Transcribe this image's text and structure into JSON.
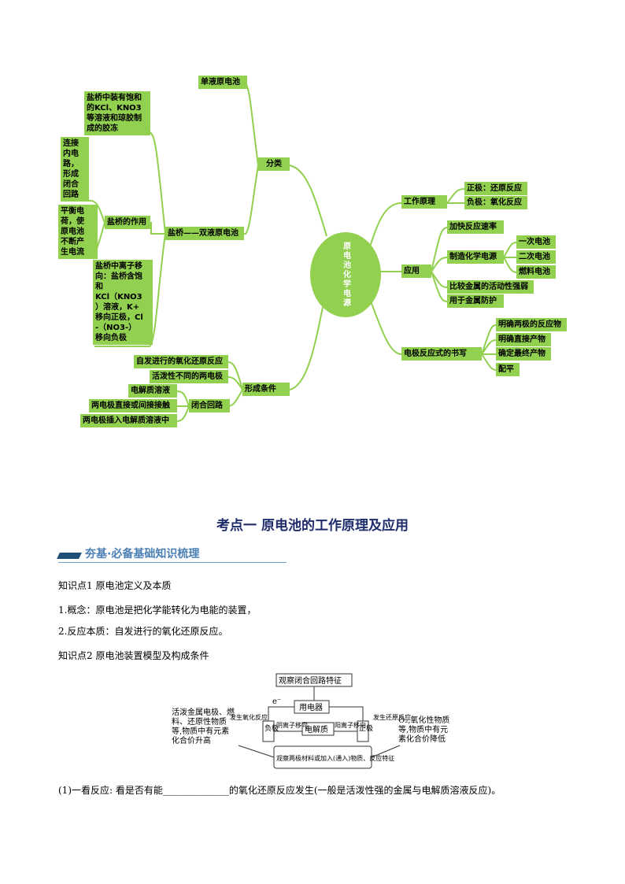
{
  "mindmap": {
    "root": "原电池化学电源",
    "branches": {
      "classification": "分类",
      "single_cell": "单液原电池",
      "salt_bridge_cell": "盐桥——双液原电池",
      "salt_bridge_desc": "盐桥中装有饱和\n的KCl、KNO3\n等溶液和琼胶制\n成的胶冻",
      "salt_bridge_role": "盐桥的作用",
      "role_1": "连接\n内电\n路，\n形成\n闭合\n回路",
      "role_2": "平衡电\n荷，使\n原电池\n不断产\n生电流",
      "ion_migration": "盐桥中离子移\n向：盐桥含饱\n和\nKCl（KNO3\n）溶液，K+\n移向正极，Cl\n-（NO3-）\n移向负极",
      "working_principle": "工作原理",
      "positive": "正极：还原反应",
      "negative": "负极：氧化反应",
      "application": "应用",
      "app_1": "加快反应速率",
      "app_2": "制造化学电源",
      "battery_1": "一次电池",
      "battery_2": "二次电池",
      "battery_3": "燃料电池",
      "app_3": "比较金属的活动性强弱",
      "app_4": "用于金属防护",
      "electrode_writing": "电极反应式的书写",
      "write_1": "明确两极的反应物",
      "write_2": "明确直接产物",
      "write_3": "确定最终产物",
      "write_4": "配平",
      "formation": "形成条件",
      "cond_1": "自发进行的氧化还原反应",
      "cond_2": "活泼性不同的两电极",
      "closed_loop": "闭合回路",
      "loop_1": "电解质溶液",
      "loop_2": "两电极直接或间接接触",
      "loop_3": "两电极插入电解质溶液中"
    }
  },
  "section_title": "考点一  原电池的工作原理及应用",
  "banner": "夯基·必备基础知识梳理",
  "kp1_label": "知识点1  原电池定义及本质",
  "kp1_line1": "1.概念：原电池是把化学能转化为电能的装置，",
  "kp1_line2": "2.反应本质：自发进行的氧化还原反应。",
  "kp2_label": "知识点2  原电池装置模型及构成条件",
  "diagram": {
    "top": "观察闭合回路特征",
    "appliance": "用电器",
    "electron": "e⁻",
    "anode": "负极",
    "cathode": "正极",
    "electrolyte": "电解质",
    "anion": "阴离子移向",
    "cation": "阳离子移向",
    "left_box": "活泼金属电极、燃料、还原性物质等,物质中有元素化合价升高",
    "left_react": "发生氧化反应",
    "right_react": "发生还原反应",
    "right_box": "O₂,氧化性物质等,物质中有元素化合价降低",
    "bottom": "观察两极材料或加入(通入)物质、反应特征"
  },
  "line_1": "(1)一看反应: 看是否有能______________的氧化还原反应发生(一般是活泼性强的金属与电解质溶液反应)。"
}
